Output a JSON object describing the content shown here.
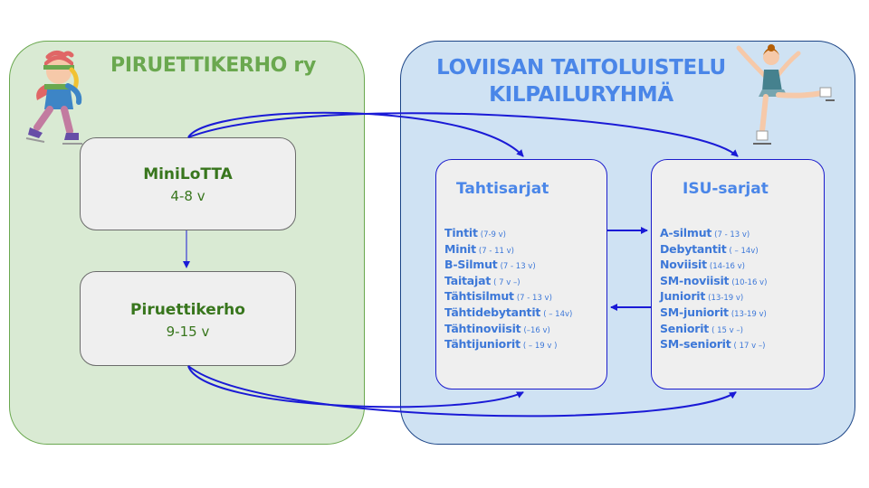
{
  "left_group": {
    "title": "PIRUETTIKERHO ry",
    "boxes": [
      {
        "title": "MiniLoTTA",
        "age": "4-8 v"
      },
      {
        "title": "Piruettikerho",
        "age": "9-15 v"
      }
    ]
  },
  "right_group": {
    "title_line1": "LOVIISAN TAITOLUISTELU",
    "title_line2": "KILPAILURYHMÄ",
    "tahtisarjat": {
      "title": "Tahtisarjat",
      "items": [
        {
          "name": "Tintit",
          "age": "(7-9 v)"
        },
        {
          "name": "Minit",
          "age": "(7 - 11 v)"
        },
        {
          "name": "B-Silmut",
          "age": "(7 - 13 v)"
        },
        {
          "name": "Taitajat",
          "age": "( 7 v –)"
        },
        {
          "name": "Tähtisilmut",
          "age": "(7 - 13 v)"
        },
        {
          "name": "Tähtidebytantit",
          "age": "( – 14v)"
        },
        {
          "name": "Tähtinoviisit",
          "age": "(–16 v)"
        },
        {
          "name": "Tähtijuniorit",
          "age": "( – 19 v )"
        }
      ]
    },
    "isu_sarjat": {
      "title": "ISU-sarjat",
      "items": [
        {
          "name": "A-silmut",
          "age": "(7 - 13 v)"
        },
        {
          "name": "Debytantit",
          "age": "( – 14v)"
        },
        {
          "name": "Noviisit",
          "age": "(14-16 v)"
        },
        {
          "name": "SM-noviisit",
          "age": "(10-16 v)"
        },
        {
          "name": "Juniorit",
          "age": "(13-19 v)"
        },
        {
          "name": "SM-juniorit",
          "age": "(13-19 v)"
        },
        {
          "name": "Seniorit",
          "age": "( 15 v –)"
        },
        {
          "name": "SM-seniorit",
          "age": "( 17 v –)"
        }
      ]
    }
  },
  "colors": {
    "left_panel": "#d9ead3",
    "right_panel": "#cfe2f3",
    "green_text": "#6aa84f",
    "dark_green_text": "#38761d",
    "blue_text": "#4a86e8",
    "arrow": "#1a1ad6"
  },
  "icons": [
    "child-skater-icon",
    "figure-skater-icon"
  ]
}
